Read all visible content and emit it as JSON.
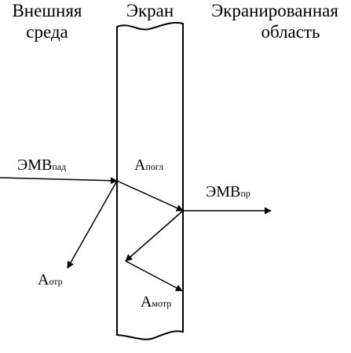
{
  "headings": {
    "outer_line1": "Внешняя",
    "outer_line2": "среда",
    "screen": "Экран",
    "shielded_line1": "Экранированная",
    "shielded_line2": "область"
  },
  "labels": {
    "emv_incident": {
      "main": "ЭМВ",
      "sub": "пад"
    },
    "a_absorbed": {
      "main": "А",
      "sub": "погл"
    },
    "emv_transmitted": {
      "main": "ЭМВ",
      "sub": "пр"
    },
    "a_reflected": {
      "main": "А",
      "sub": "отр"
    },
    "a_multiple_reflected": {
      "main": "А",
      "sub": "мотр"
    }
  },
  "colors": {
    "ink": "#000000",
    "background": "#ffffff"
  }
}
